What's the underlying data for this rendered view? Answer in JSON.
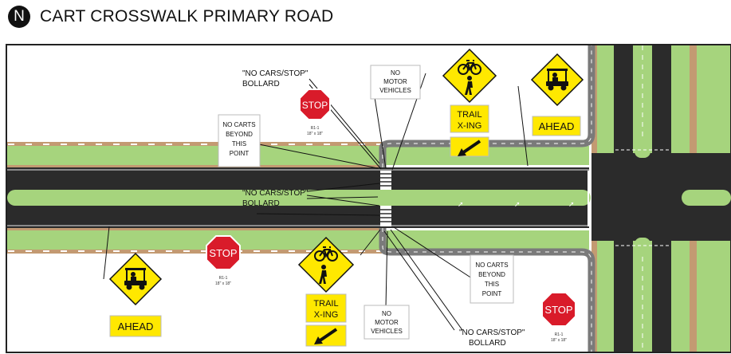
{
  "header": {
    "badge": "N",
    "title": "CART CROSSWALK PRIMARY ROAD"
  },
  "colors": {
    "grass": "#a6d47d",
    "road": "#2b2b2b",
    "shoulder": "#c39a72",
    "sign_yellow": "#ffe800",
    "stop_red": "#d91b2a",
    "curb_gray": "#7a7a7a"
  },
  "callouts": {
    "bollard_top": [
      "\"NO CARS/STOP\"",
      "BOLLARD"
    ],
    "bollard_mid": [
      "\"NO CARS/STOP\"",
      "BOLLARD"
    ],
    "bollard_bottom": [
      "\"NO CARS/STOP\"",
      "BOLLARD"
    ],
    "no_carts_top": [
      "NO CARTS",
      "BEYOND",
      "THIS",
      "POINT"
    ],
    "no_carts_bottom": [
      "NO CARTS",
      "BEYOND",
      "THIS",
      "POINT"
    ],
    "no_motor_top": [
      "NO",
      "MOTOR",
      "VEHICLES"
    ],
    "no_motor_bottom": [
      "NO",
      "MOTOR",
      "VEHICLES"
    ]
  },
  "signs": {
    "stop_word": "STOP",
    "stop_code": "R1-1",
    "stop_size": "18\" x 18\"",
    "trail_plaque": [
      "TRAIL",
      "X-ING"
    ],
    "ahead_plaque": "AHEAD"
  },
  "icons": [
    "golf-cart-icon",
    "bicycle-icon",
    "pedestrian-icon",
    "diagonal-arrow-icon",
    "stop-sign-icon",
    "north-badge-icon"
  ]
}
